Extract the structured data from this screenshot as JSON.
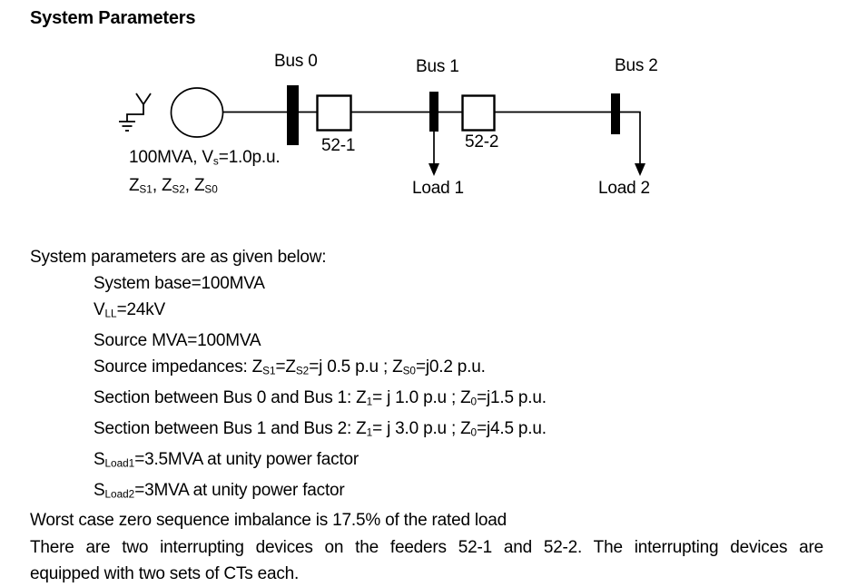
{
  "colors": {
    "ink": "#000000",
    "paper": "#ffffff"
  },
  "title": "System Parameters",
  "diagram": {
    "bus0_label": "Bus 0",
    "bus1_label": "Bus 1",
    "bus2_label": "Bus 2",
    "breaker1_label": "52-1",
    "breaker2_label": "52-2",
    "load1_label": "Load 1",
    "load2_label": "Load 2",
    "source_line1": [
      {
        "t": "100MVA, V"
      },
      {
        "t": "s",
        "sub": true
      },
      {
        "t": "=1.0p.u."
      }
    ],
    "source_line2": [
      {
        "t": "Z"
      },
      {
        "t": "S1",
        "sub": true
      },
      {
        "t": ", Z"
      },
      {
        "t": "S2",
        "sub": true
      },
      {
        "t": ", Z"
      },
      {
        "t": "S0",
        "sub": true
      }
    ]
  },
  "body": {
    "intro": [
      {
        "t": "System parameters are as given below:"
      }
    ],
    "indented_lines": [
      [
        {
          "t": "System base=100MVA"
        }
      ],
      [
        {
          "t": "V"
        },
        {
          "t": "LL",
          "sub": true
        },
        {
          "t": "=24kV"
        }
      ],
      [
        {
          "t": "Source MVA=100MVA"
        }
      ],
      [
        {
          "t": "Source impedances: Z"
        },
        {
          "t": "S1",
          "sub": true
        },
        {
          "t": "=Z"
        },
        {
          "t": "S2",
          "sub": true
        },
        {
          "t": "=j 0.5 p.u ; Z"
        },
        {
          "t": "S0",
          "sub": true
        },
        {
          "t": "=j0.2 p.u."
        }
      ],
      [
        {
          "t": "Section between Bus 0 and Bus 1: Z"
        },
        {
          "t": "1",
          "sub": true
        },
        {
          "t": "= j 1.0 p.u ; Z"
        },
        {
          "t": "0",
          "sub": true
        },
        {
          "t": "=j1.5 p.u."
        }
      ],
      [
        {
          "t": "Section between Bus 1 and Bus 2: Z"
        },
        {
          "t": "1",
          "sub": true
        },
        {
          "t": "= j 3.0 p.u ; Z"
        },
        {
          "t": "0",
          "sub": true
        },
        {
          "t": "=j4.5 p.u."
        }
      ],
      [
        {
          "t": "S"
        },
        {
          "t": "Load1",
          "sub": true
        },
        {
          "t": "=3.5MVA at unity power factor"
        }
      ],
      [
        {
          "t": "S"
        },
        {
          "t": "Load2",
          "sub": true
        },
        {
          "t": "=3MVA at unity power factor"
        }
      ]
    ],
    "closing_lines": [
      [
        {
          "t": "Worst case zero sequence imbalance is 17.5% of the rated load"
        }
      ],
      [
        {
          "t": "There are two interrupting devices on the feeders 52-1 and 52-2. The interrupting devices are"
        }
      ],
      [
        {
          "t": "equipped with two sets of CTs each."
        }
      ]
    ]
  }
}
